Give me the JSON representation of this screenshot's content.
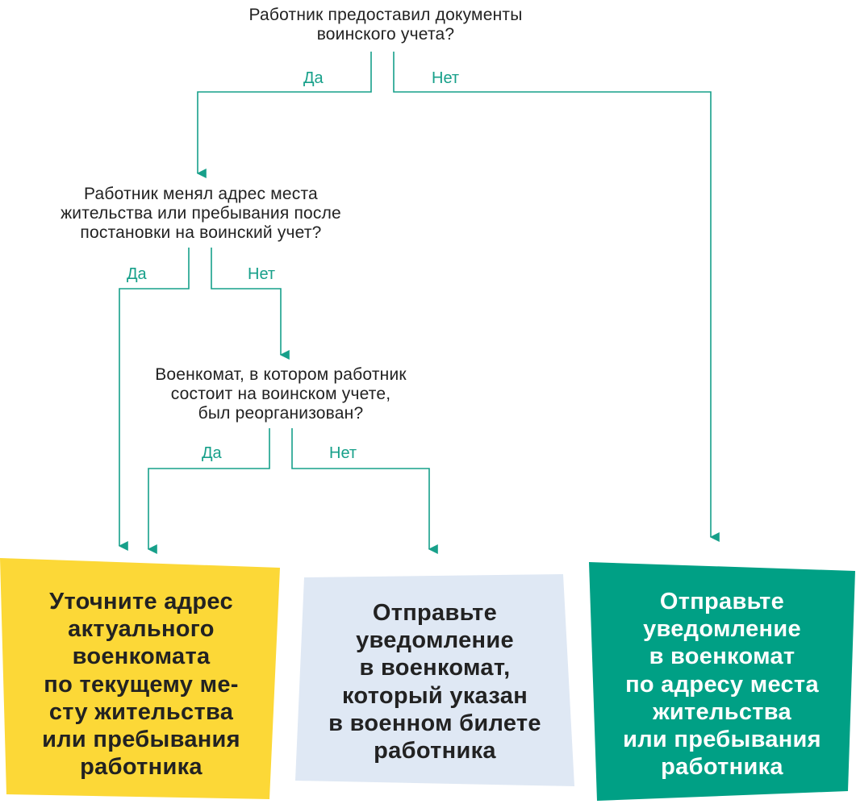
{
  "questions": {
    "q1": [
      "Работник предоставил документы",
      "воинского учета?"
    ],
    "q2": [
      "Работник менял адрес места",
      "жительства или пребывания после",
      "постановки на воинский учет?"
    ],
    "q3": [
      "Военкомат, в котором работник",
      "состоит на воинском учете,",
      "был реорганизован?"
    ]
  },
  "branches": {
    "q1_yes": "Да",
    "q1_no": "Нет",
    "q2_yes": "Да",
    "q2_no": "Нет",
    "q3_yes": "Да",
    "q3_no": "Нет"
  },
  "outcomes": {
    "clarify": [
      "Уточните адрес",
      "актуального",
      "военкомата",
      "по текущему ме-",
      "сту жительства",
      "или пребывания",
      "работника"
    ],
    "military_id": [
      "Отправьте",
      "уведомление",
      "в военкомат,",
      "который указан",
      "в военном билете",
      "работника"
    ],
    "residence": [
      "Отправьте",
      "уведомление",
      "в военкомат",
      "по адресу места",
      "жительства",
      "или пребывания",
      "работника"
    ]
  },
  "colors": {
    "connector": "#17a08a",
    "text": "#222222",
    "outcome_clarify_bg": "#fcd837",
    "outcome_military_id_bg": "#dfe8f4",
    "outcome_residence_bg": "#00a085",
    "outcome_dark_text": "#222222",
    "outcome_light_text": "#ffffff"
  }
}
